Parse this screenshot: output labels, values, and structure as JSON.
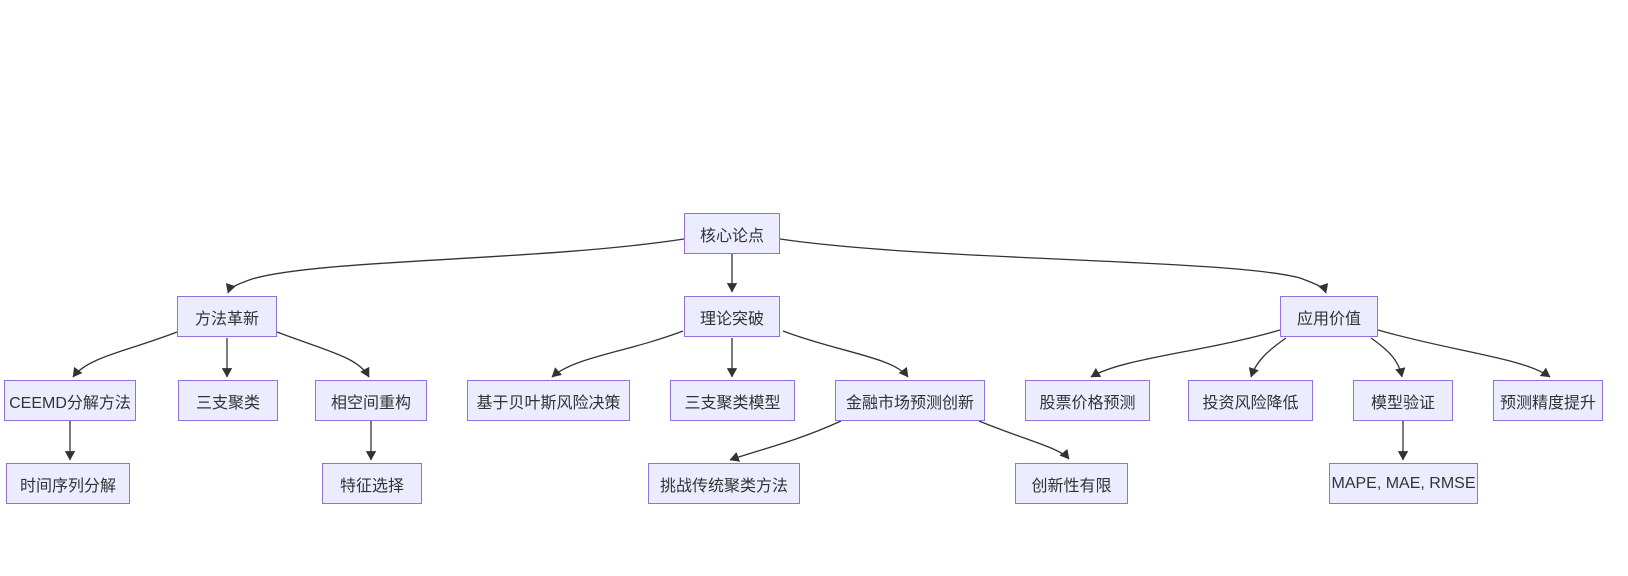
{
  "diagram": {
    "type": "flowchart-top-down",
    "background": "#ffffff",
    "node_fill": "#ECECFF",
    "node_border": "#9370DB",
    "edge_color": "#333333",
    "text_color": "#333333"
  },
  "nodes": {
    "core": {
      "label": "核心论点"
    },
    "method": {
      "label": "方法革新"
    },
    "theory": {
      "label": "理论突破"
    },
    "application": {
      "label": "应用价值"
    },
    "ceemd": {
      "label": "CEEMD分解方法"
    },
    "three_way": {
      "label": "三支聚类"
    },
    "phase_space": {
      "label": "相空间重构"
    },
    "bayes": {
      "label": "基于贝叶斯风险决策"
    },
    "twc_model": {
      "label": "三支聚类模型"
    },
    "fin_innovation": {
      "label": "金融市场预测创新"
    },
    "stock": {
      "label": "股票价格预测"
    },
    "risk": {
      "label": "投资风险降低"
    },
    "validation": {
      "label": "模型验证"
    },
    "precision": {
      "label": "预测精度提升"
    },
    "ts_decomp": {
      "label": "时间序列分解"
    },
    "feature": {
      "label": "特征选择"
    },
    "challenge": {
      "label": "挑战传统聚类方法"
    },
    "limited": {
      "label": "创新性有限"
    },
    "metrics": {
      "label": "MAPE, MAE, RMSE"
    }
  },
  "edges": [
    {
      "from": "core",
      "to": "method"
    },
    {
      "from": "core",
      "to": "theory"
    },
    {
      "from": "core",
      "to": "application"
    },
    {
      "from": "method",
      "to": "ceemd"
    },
    {
      "from": "method",
      "to": "three_way"
    },
    {
      "from": "method",
      "to": "phase_space"
    },
    {
      "from": "theory",
      "to": "bayes"
    },
    {
      "from": "theory",
      "to": "twc_model"
    },
    {
      "from": "theory",
      "to": "fin_innovation"
    },
    {
      "from": "application",
      "to": "stock"
    },
    {
      "from": "application",
      "to": "risk"
    },
    {
      "from": "application",
      "to": "validation"
    },
    {
      "from": "application",
      "to": "precision"
    },
    {
      "from": "ceemd",
      "to": "ts_decomp"
    },
    {
      "from": "phase_space",
      "to": "feature"
    },
    {
      "from": "fin_innovation",
      "to": "challenge"
    },
    {
      "from": "fin_innovation",
      "to": "limited"
    },
    {
      "from": "validation",
      "to": "metrics"
    }
  ]
}
